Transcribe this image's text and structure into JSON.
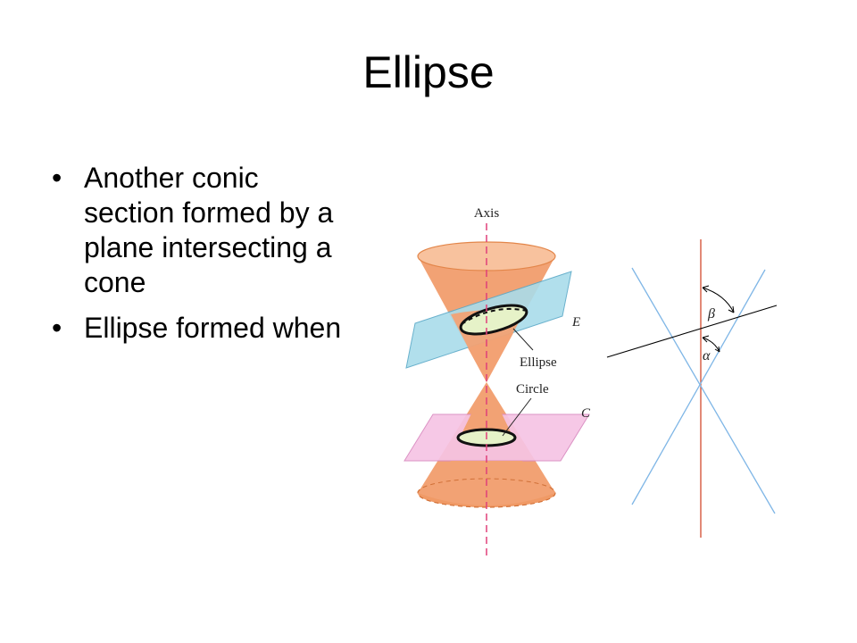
{
  "slide": {
    "title": "Ellipse",
    "bullets": [
      "Another conic section formed by a plane intersecting a cone",
      "Ellipse formed when"
    ]
  },
  "figure": {
    "labels": {
      "axis": "Axis",
      "plane_e": "E",
      "ellipse": "Ellipse",
      "circle": "Circle",
      "plane_c": "C",
      "beta": "β",
      "alpha": "α"
    },
    "colors": {
      "cone": "#f4a070",
      "cone_dark": "#e8803f",
      "plane_e": "#a9dcea",
      "plane_c": "#f6c4e4",
      "section_fill": "#e6f2c8",
      "axis": "#e0407a",
      "diagram_cone_lines": "#7fb6e6",
      "diagram_axis": "#d24a2e"
    }
  }
}
